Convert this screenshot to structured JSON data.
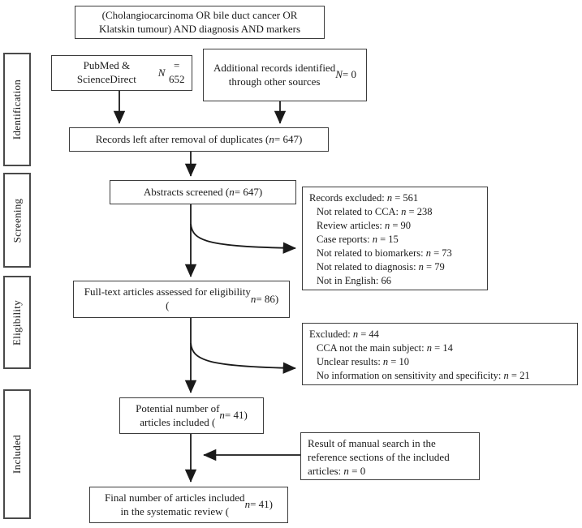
{
  "title_box": {
    "text": "(Cholangiocarcinoma OR bile duct cancer OR\nKlatskin tumour) AND diagnosis AND markers"
  },
  "sidebar": {
    "stages": [
      "Identification",
      "Screening",
      "Eligibility",
      "Included"
    ]
  },
  "boxes": {
    "pubmed": {
      "text": "PubMed & ScienceDirect\nN = 652"
    },
    "additional": {
      "text": "Additional records identified\nthrough other sources\nN = 0"
    },
    "duplicates": {
      "text": "Records left after removal of duplicates (n = 647)"
    },
    "abstracts": {
      "text": "Abstracts screened (n = 647)"
    },
    "records_excluded": {
      "lines": [
        "Records excluded: n = 561",
        "Not related to CCA: n = 238",
        "Review articles: n = 90",
        "Case reports: n = 15",
        "Not related to biomarkers: n = 73",
        "Not related to diagnosis: n = 79",
        "Not in English: 66"
      ]
    },
    "fulltext": {
      "text": "Full-text articles assessed for eligibility\n(n = 86)"
    },
    "excluded": {
      "lines": [
        "Excluded: n = 44",
        "CCA not the main subject: n = 14",
        "Unclear results: n = 10",
        "No information on sensitivity and specificity: n = 21"
      ]
    },
    "potential": {
      "text": "Potential number of\narticles included (n = 41)"
    },
    "manual_search": {
      "text": "Result of manual search in the\nreference sections of the included\narticles: n = 0"
    },
    "final": {
      "text": "Final number of articles included\nin the systematic review (n = 41)"
    }
  },
  "colors": {
    "background": "#ffffff",
    "box_border": "#3c3c3c",
    "text": "#1a1a1a",
    "arrow": "#1a1a1a"
  }
}
